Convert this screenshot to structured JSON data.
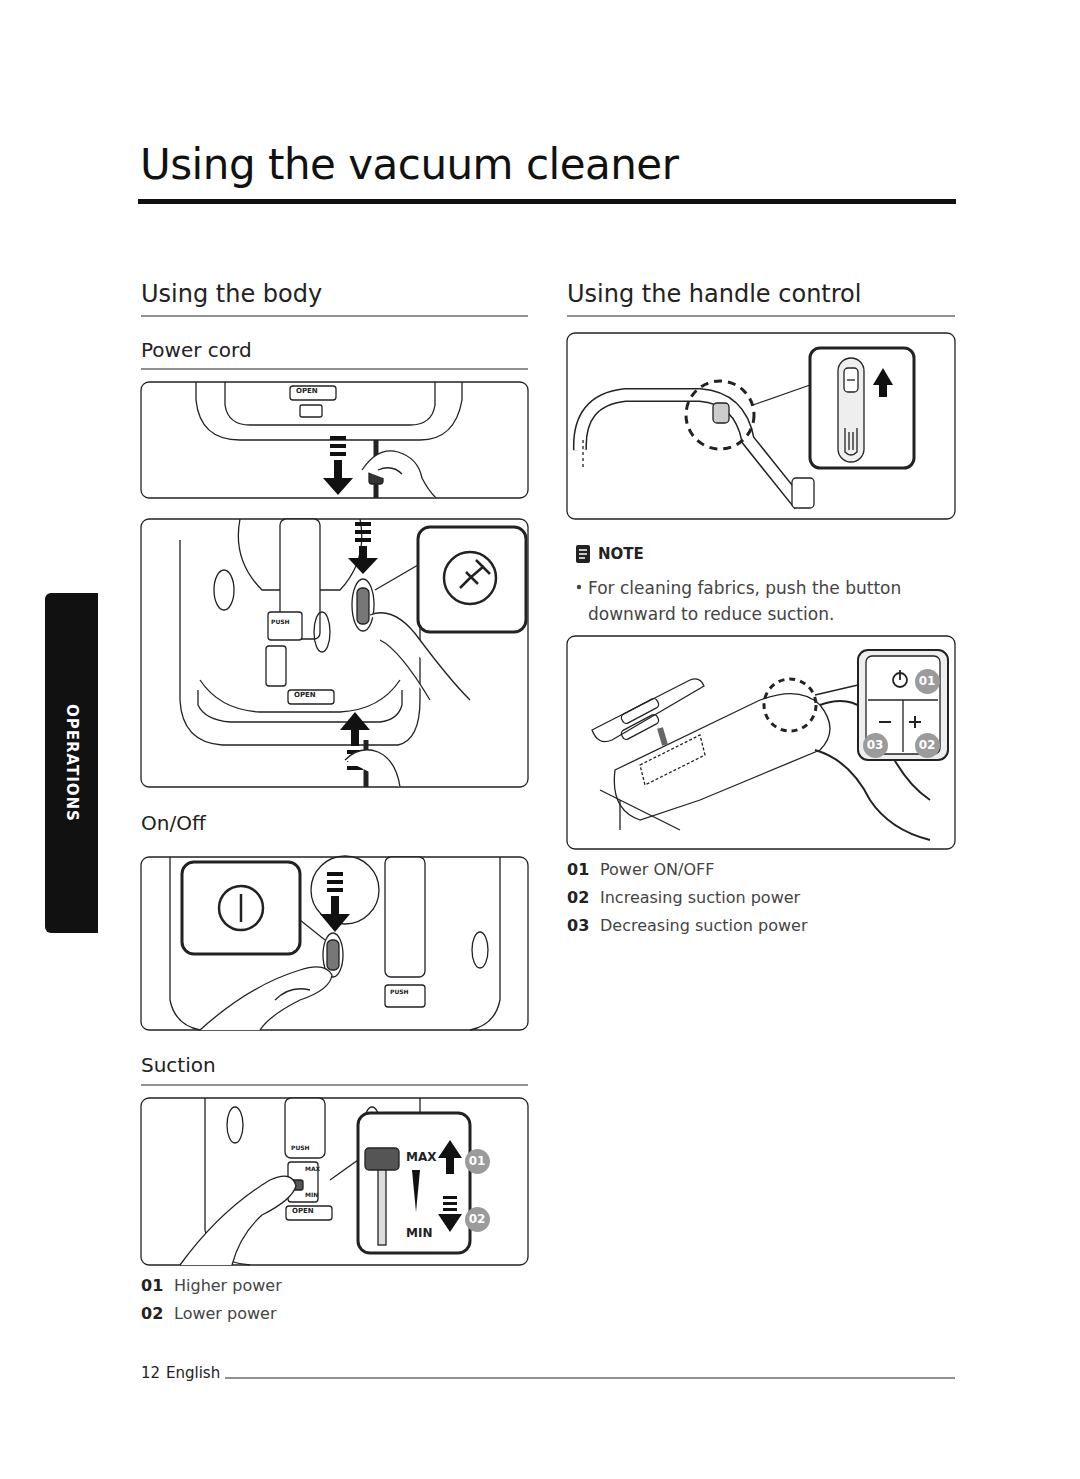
{
  "diagram": {
    "title": "Using the vacuum cleaner",
    "nodes": [
      {
        "text": [
          "OPERATIONS"
        ]
      },
      {
        "text": [
          "01"
        ]
      },
      {
        "text": [
          "03"
        ]
      },
      {
        "text": [
          "02"
        ]
      },
      {
        "text": [
          "01"
        ]
      },
      {
        "text": [
          "02"
        ]
      }
    ],
    "labels": [
      "Using the body",
      "Using the handle control",
      "Power cord",
      "On/Off",
      "Suction",
      "NOTE",
      "For cleaning fabrics, push the button downward to reduce suction.",
      "01",
      "Power ON/OFF",
      "02",
      "Increasing suction power",
      "03",
      "Decreasing suction power",
      "01",
      "Higher power",
      "02",
      "Lower power",
      "12",
      "English",
      "OPEN",
      "OPEN",
      "PUSH",
      "PUSH",
      "MAX",
      "MIN",
      "PUSH",
      "MAX",
      "MIN",
      "OPEN"
    ]
  }
}
